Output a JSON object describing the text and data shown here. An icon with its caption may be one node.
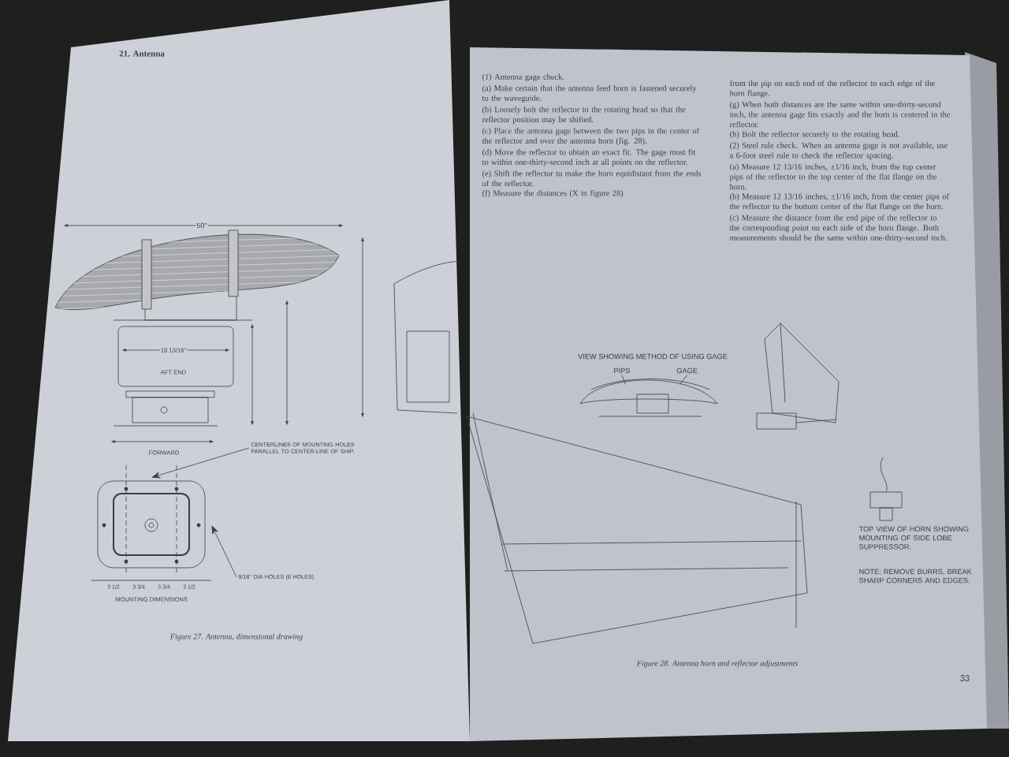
{
  "diagram": {
    "nodes": [
      {
        "text": [
          "CENTERLINES OF MOUNTING HOLES PARALLEL TO CENTER-LINE OF SHIP."
        ]
      },
      {
        "text": [
          "9/16\" DIA HOLES (6 HOLES)"
        ]
      },
      {
        "text": [
          "PIPS"
        ]
      },
      {
        "text": [
          "GAGE"
        ]
      },
      {
        "text": [],
        "shape": "picture"
      },
      {
        "text": [],
        "shape": "picture"
      }
    ],
    "edges": [
      {
        "from": 0,
        "to": 4,
        "arrow": "to"
      },
      {
        "from": 1,
        "to": 4,
        "arrow": "to"
      },
      {
        "from": 2,
        "to": 5,
        "arrow": "none"
      },
      {
        "from": 3,
        "to": 5,
        "arrow": "none"
      }
    ],
    "labels": [
      "21. Antenna",
      "(1) Antenna gage check.",
      "(a) Make certain that the antenna feed horn is fastened securely to the waveguide.",
      "(b) Loosely bolt the reflector to the rotating head so that the reflector position may be shifted.",
      "(c) Place the antenna gage between the two pips in the center of the reflector and over the antenna horn (fig. 28).",
      "(d) Move the reflector to obtain an exact fit. The gage must fit to within one-thirty-second inch at all points on the reflector.",
      "(e) Shift the reflector to make the horn equidistant from the ends of the reflector.",
      "(f) Measure the distances (X in figure 28)",
      "from the pip on each end of the reflector to each edge of the horn flange.",
      "(g) When both distances are the same within one-thirty-second inch, the antenna gage fits exactly and the horn is centered in the reflector.",
      "(h) Bolt the reflector securely to the rotating head.",
      "(2) Steel rule check. When an antenna gage is not available, use a 6-foot steel rule to check the reflector spacing.",
      "(a) Measure 12 13/16 inches, ±1/16 inch, from the top center pips of the reflector to the top center of the flat flange on the horn.",
      "(b) Measure 12 13/16 inches, ±1/16 inch, from the center pips of the reflector to the bottom center of the flat flange on the horn.",
      "(c) Measure the distance from the end pipe of the reflector to the corresponding point on each side of the horn flange. Both measurements should be the same within one-thirty-second inch.",
      "50\"",
      "18 13/16\"",
      "AFT END",
      "FORWARD",
      "3 1/2",
      "3 3/4",
      "3 3/4",
      "3 1/2",
      "MOUNTING DIMENSIONS",
      "Figure 27. Antenna, dimensional drawing",
      "VIEW SHOWING METHOD OF USING GAGE",
      "TOP VIEW OF HORN SHOWING MOUNTING OF SIDE LOBE SUPPRESSOR.",
      "NOTE: REMOVE BURRS, BREAK SHARP CORNERS AND EDGES.",
      "Figure 28. Antenna horn and reflector adjustments",
      "33"
    ]
  }
}
